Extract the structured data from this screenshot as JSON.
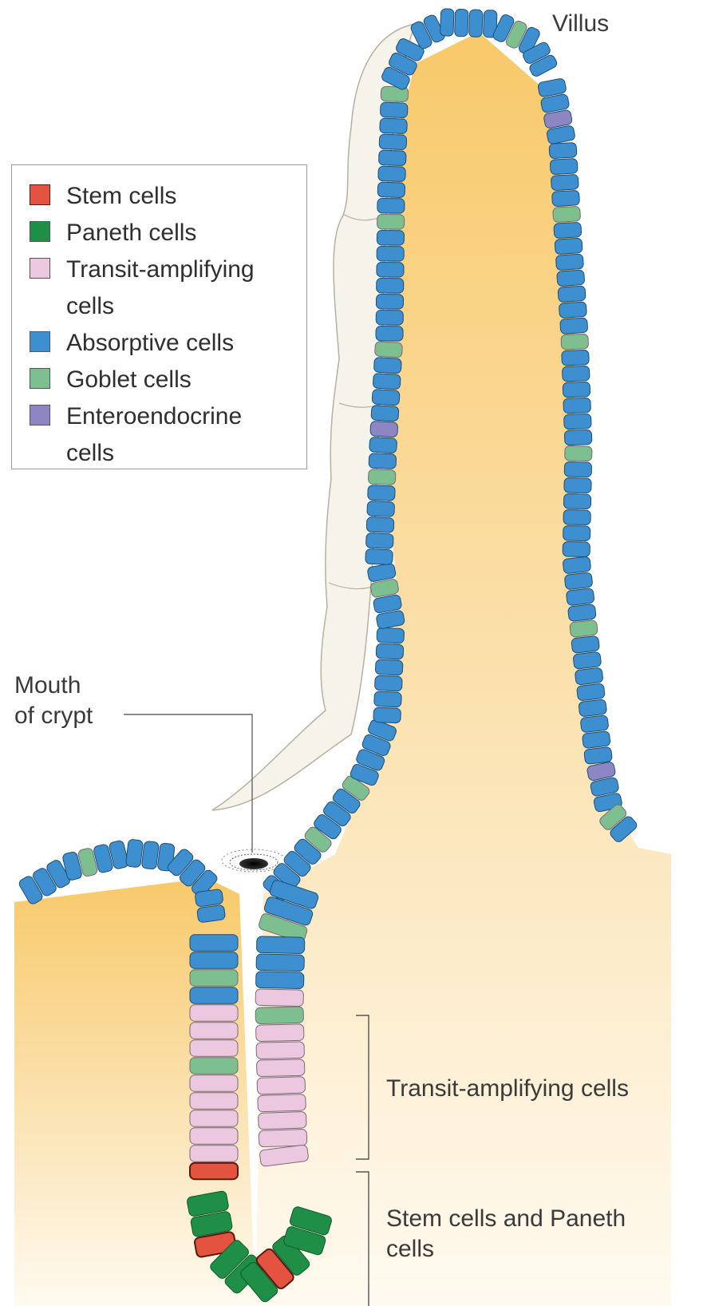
{
  "labels": {
    "villus": "Villus",
    "mouth_of_crypt": "Mouth\nof crypt",
    "transit_amplifying": "Transit-amplifying cells",
    "stem_and_paneth": "Stem cells and Paneth\ncells"
  },
  "legend": [
    {
      "label": "Stem cells",
      "color": "#e4533f"
    },
    {
      "label": "Paneth cells",
      "color": "#1f8e47"
    },
    {
      "label": "Transit-amplifying\ncells",
      "color": "#ecc7e0"
    },
    {
      "label": "Absorptive cells",
      "color": "#3d8fcf"
    },
    {
      "label": "Goblet cells",
      "color": "#7dbf8f"
    },
    {
      "label": "Enteroendocrine\ncells",
      "color": "#8e86c2"
    }
  ],
  "colors": {
    "lamina_propria": "#f9d48a",
    "mucus_layer": "#f6f3ea",
    "absorptive": "#3d8fcf",
    "goblet": "#7dbf8f",
    "enteroendocrine": "#8e86c2",
    "transit_amplifying": "#ecc7e0",
    "stem": "#e4533f",
    "paneth": "#1f8e47"
  }
}
